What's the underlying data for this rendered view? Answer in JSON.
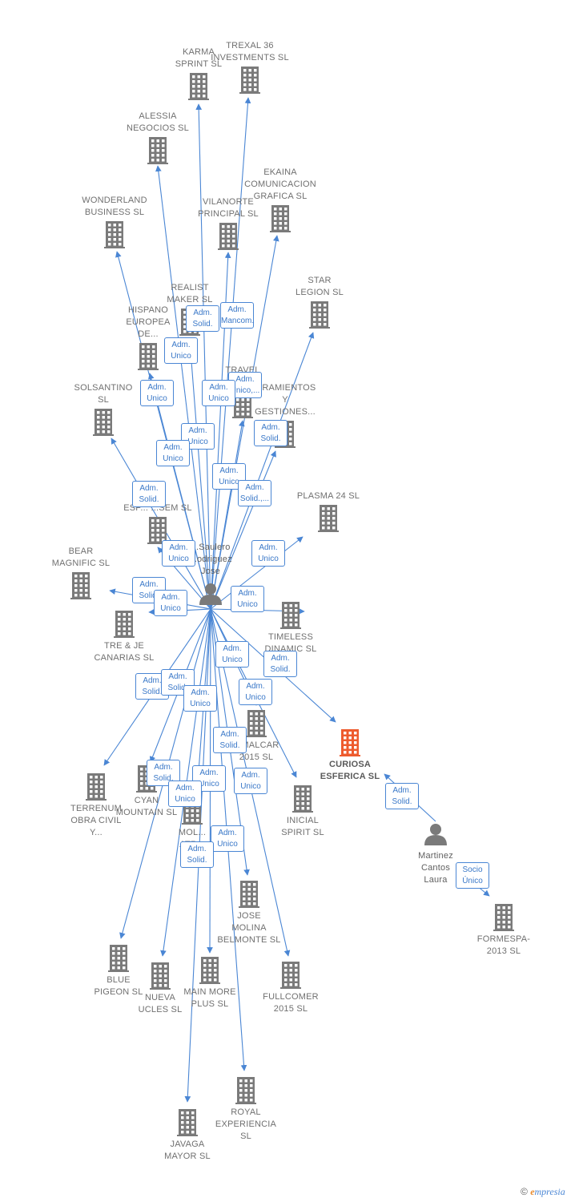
{
  "colors": {
    "edge": "#4a86d4",
    "building": "#7a7a7a",
    "highlight": "#ee5b2e",
    "person": "#7a7a7a"
  },
  "copyright": {
    "symbol": "©",
    "brand_first": "e",
    "brand_rest": "mpresia"
  },
  "nodes": [
    {
      "id": "karma",
      "type": "company",
      "label": "KARMA\nSPRINT  SL"
    },
    {
      "id": "trexal",
      "type": "company",
      "label": "TREXAL 36\nINVESTMENTS SL"
    },
    {
      "id": "alessia",
      "type": "company",
      "label": "ALESSIA\nNEGOCIOS  SL"
    },
    {
      "id": "ekaina",
      "type": "company",
      "label": "EKAINA\nCOMUNICACION\nGRAFICA  SL"
    },
    {
      "id": "wonderland",
      "type": "company",
      "label": "WONDERLAND\nBUSINESS  SL"
    },
    {
      "id": "vilanorte",
      "type": "company",
      "label": "VILANORTE\nPRINCIPAL  SL"
    },
    {
      "id": "realist",
      "type": "company",
      "label": "REALIST\nMAKER  SL"
    },
    {
      "id": "star",
      "type": "company",
      "label": "STAR\nLEGION  SL"
    },
    {
      "id": "hispano",
      "type": "company",
      "label": "HISPANO\nEUROPEA\nDE..."
    },
    {
      "id": "travel",
      "type": "company",
      "label": "TRAVEL\nATL..."
    },
    {
      "id": "ramientos",
      "type": "company",
      "label": "...RAMIENTOS\nY\nGESTIONES..."
    },
    {
      "id": "solsantino",
      "type": "company",
      "label": "SOLSANTINO\nSL"
    },
    {
      "id": "plasma",
      "type": "company",
      "label": "PLASMA 24 SL"
    },
    {
      "id": "esp",
      "type": "company",
      "label": "ESP...  ...SEM SL"
    },
    {
      "id": "bear",
      "type": "company",
      "label": "BEAR\nMAGNIFIC  SL"
    },
    {
      "id": "center",
      "type": "person",
      "label": "...Saulero\n...odriguez\nJose"
    },
    {
      "id": "trej",
      "type": "company",
      "label": "TRE & JE\nCANARIAS  SL"
    },
    {
      "id": "timeless",
      "type": "company",
      "label": "TIMELESS\nDINAMIC  SL"
    },
    {
      "id": "curiosa",
      "type": "company",
      "label": "CURIOSA\nESFERICA  SL",
      "highlight": true
    },
    {
      "id": "malcar",
      "type": "company",
      "label": "...MALCAR\n2015  SL"
    },
    {
      "id": "terrenum",
      "type": "company",
      "label": "TERRENUM\nOBRA CIVIL\nY..."
    },
    {
      "id": "cyan",
      "type": "company",
      "label": "CYAN\nMOUNTAIN  SL"
    },
    {
      "id": "molatr",
      "type": "company",
      "label": "MOL...\nATR..."
    },
    {
      "id": "inicial",
      "type": "company",
      "label": "INICIAL\nSPIRIT  SL"
    },
    {
      "id": "martinez",
      "type": "person",
      "label": "Martinez\nCantos\nLaura"
    },
    {
      "id": "jose",
      "type": "company",
      "label": "JOSE\nMOLINA\nBELMONTE  SL"
    },
    {
      "id": "formespa",
      "type": "company",
      "label": "FORMESPA-\n2013 SL"
    },
    {
      "id": "blue",
      "type": "company",
      "label": "BLUE\nPIGEON  SL"
    },
    {
      "id": "nueva",
      "type": "company",
      "label": "NUEVA\nUCLES  SL"
    },
    {
      "id": "mainmore",
      "type": "company",
      "label": "MAIN MORE\nPLUS  SL"
    },
    {
      "id": "fullcomer",
      "type": "company",
      "label": "FULLCOMER\n2015  SL"
    },
    {
      "id": "royal",
      "type": "company",
      "label": "ROYAL\nEXPERIENCIA\nSL"
    },
    {
      "id": "javaga",
      "type": "company",
      "label": "JAVAGA\nMAYOR  SL"
    }
  ],
  "edges": [
    {
      "from": "center",
      "to": "karma",
      "label": "Adm.\nSolid."
    },
    {
      "from": "center",
      "to": "trexal",
      "label": "Adm.\nMancom."
    },
    {
      "from": "center",
      "to": "alessia",
      "label": "Adm.\nUnico"
    },
    {
      "from": "center",
      "to": "ekaina",
      "label": "Adm.\nUnico,..."
    },
    {
      "from": "center",
      "to": "wonderland",
      "label": "Adm.\nUnico"
    },
    {
      "from": "center",
      "to": "vilanorte",
      "label": "Adm.\nUnico"
    },
    {
      "from": "center",
      "to": "realist",
      "label": "Adm.\nUnico"
    },
    {
      "from": "center",
      "to": "star",
      "label": "Adm.\nSolid."
    },
    {
      "from": "center",
      "to": "hispano",
      "label": "Adm.\nUnico"
    },
    {
      "from": "center",
      "to": "travel",
      "label": "Adm.\nUnico"
    },
    {
      "from": "center",
      "to": "ramientos",
      "label": "Adm.\nSolid.,..."
    },
    {
      "from": "center",
      "to": "solsantino",
      "label": "Adm.\nSolid."
    },
    {
      "from": "center",
      "to": "plasma",
      "label": "Adm.\nUnico"
    },
    {
      "from": "center",
      "to": "esp",
      "label": "Adm.\nUnico"
    },
    {
      "from": "center",
      "to": "bear",
      "label": "Adm.\nSolid."
    },
    {
      "from": "center",
      "to": "trej",
      "label": "Adm.\nUnico"
    },
    {
      "from": "center",
      "to": "timeless",
      "label": "Adm.\nUnico"
    },
    {
      "from": "center",
      "to": "curiosa",
      "label": "Adm.\nSolid."
    },
    {
      "from": "center",
      "to": "malcar",
      "label": "Adm.\nUnico"
    },
    {
      "from": "center",
      "to": "terrenum",
      "label": "Adm.\nSolid."
    },
    {
      "from": "center",
      "to": "cyan",
      "label": "Adm.\nSolid."
    },
    {
      "from": "center",
      "to": "molatr",
      "label": "Adm.\nUnico"
    },
    {
      "from": "center",
      "to": "inicial",
      "label": "Adm.\nUnico"
    },
    {
      "from": "center",
      "to": "jose",
      "label": "Adm.\nSolid."
    },
    {
      "from": "center",
      "to": "blue",
      "label": "Adm.\nSolid."
    },
    {
      "from": "center",
      "to": "nueva",
      "label": "Adm.\nUnico"
    },
    {
      "from": "center",
      "to": "mainmore",
      "label": "Adm.\nUnico"
    },
    {
      "from": "center",
      "to": "fullcomer",
      "label": "Adm.\nUnico"
    },
    {
      "from": "center",
      "to": "royal",
      "label": "Adm.\nUnico"
    },
    {
      "from": "center",
      "to": "javaga",
      "label": "Adm.\nSolid."
    },
    {
      "from": "martinez",
      "to": "curiosa",
      "label": "Adm.\nSolid."
    },
    {
      "from": "martinez",
      "to": "formespa",
      "label": "Socio\nÚnico"
    }
  ]
}
